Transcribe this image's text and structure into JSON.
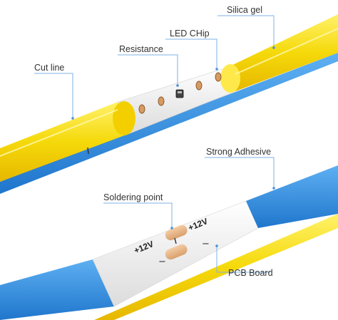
{
  "callouts": {
    "silica_gel": "Silica gel",
    "led_chip": "LED CHip",
    "resistance": "Resistance",
    "cut_line": "Cut line",
    "strong_adhesive": "Strong Adhesive",
    "soldering_point": "Soldering point",
    "pcb_board": "PCB Board"
  },
  "pads": {
    "positive_left": "+12V",
    "positive_right": "+12V",
    "negative_left": "−",
    "negative_right": "−"
  },
  "colors": {
    "silica_gel_yellow": "#f5d90a",
    "adhesive_blue": "#2e8be0",
    "pcb_white": "#f3f3f3",
    "solder_pad_copper": "#e8b88a",
    "callout_line": "#7fb2e5"
  }
}
